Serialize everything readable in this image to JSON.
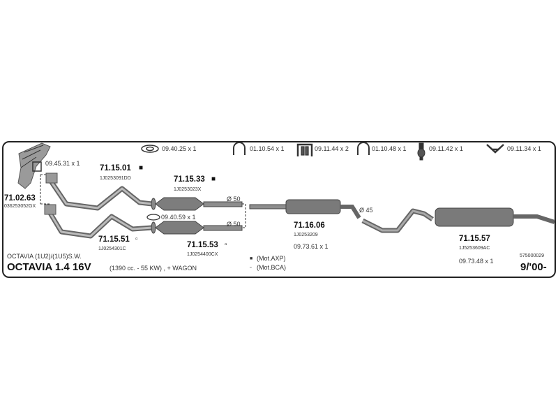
{
  "legend_top": [
    {
      "icon": "flange-gasket-icon",
      "label": "09.40.25 x 1"
    },
    {
      "icon": "rubber-hanger-icon",
      "label": "01.10.54 x 1"
    },
    {
      "icon": "mounting-bracket-icon",
      "label": "09.11.44 x 2"
    },
    {
      "icon": "rubber-hanger-icon",
      "label": "01.10.48 x 1"
    },
    {
      "icon": "lambda-sensor-icon",
      "label": "09.11.42 x 1"
    },
    {
      "icon": "pipe-clamp-icon",
      "label": "09.11.34 x 1"
    }
  ],
  "parts": {
    "manifold": {
      "code": "71.02.63",
      "oem": "036253052GX"
    },
    "gasket_manifold": {
      "label": "09.45.31 x 1"
    },
    "front_pipe_a": {
      "code": "71.15.01",
      "marker": "■",
      "oem": "1J0253091DD"
    },
    "front_pipe_b": {
      "code": "71.15.51",
      "marker": "▫",
      "oem": "1J0254301C"
    },
    "cat_a": {
      "code": "71.15.33",
      "marker": "■",
      "oem": "1J0253023X",
      "diameter": "Ø 50"
    },
    "cat_b": {
      "code": "71.15.53",
      "marker": "▫",
      "oem": "1J0254400CX",
      "diameter": "Ø 50"
    },
    "gasket_mid": {
      "label": "09.40.59 x 1"
    },
    "middle_silencer": {
      "code": "71.16.06",
      "oem": "1J0253209",
      "clamp": "09.73.61 x 1"
    },
    "rear_diameter": "Ø 45",
    "rear_silencer": {
      "code": "71.15.57",
      "oem": "1J5253609AC",
      "clamp": "09.73.48 x 1"
    }
  },
  "vehicle": {
    "model_line": "OCTAVIA (1U2)/(1U5)S.W.",
    "model_title": "OCTAVIA 1.4 16V",
    "engine": "(1390 cc. - 55 KW) , + WAGON",
    "engine_codes": [
      {
        "marker": "■",
        "label": "(Mot.AXP)"
      },
      {
        "marker": "▫",
        "label": "(Mot.BCA)"
      }
    ],
    "catalog_no": "575000029",
    "date": "9/'00-"
  }
}
